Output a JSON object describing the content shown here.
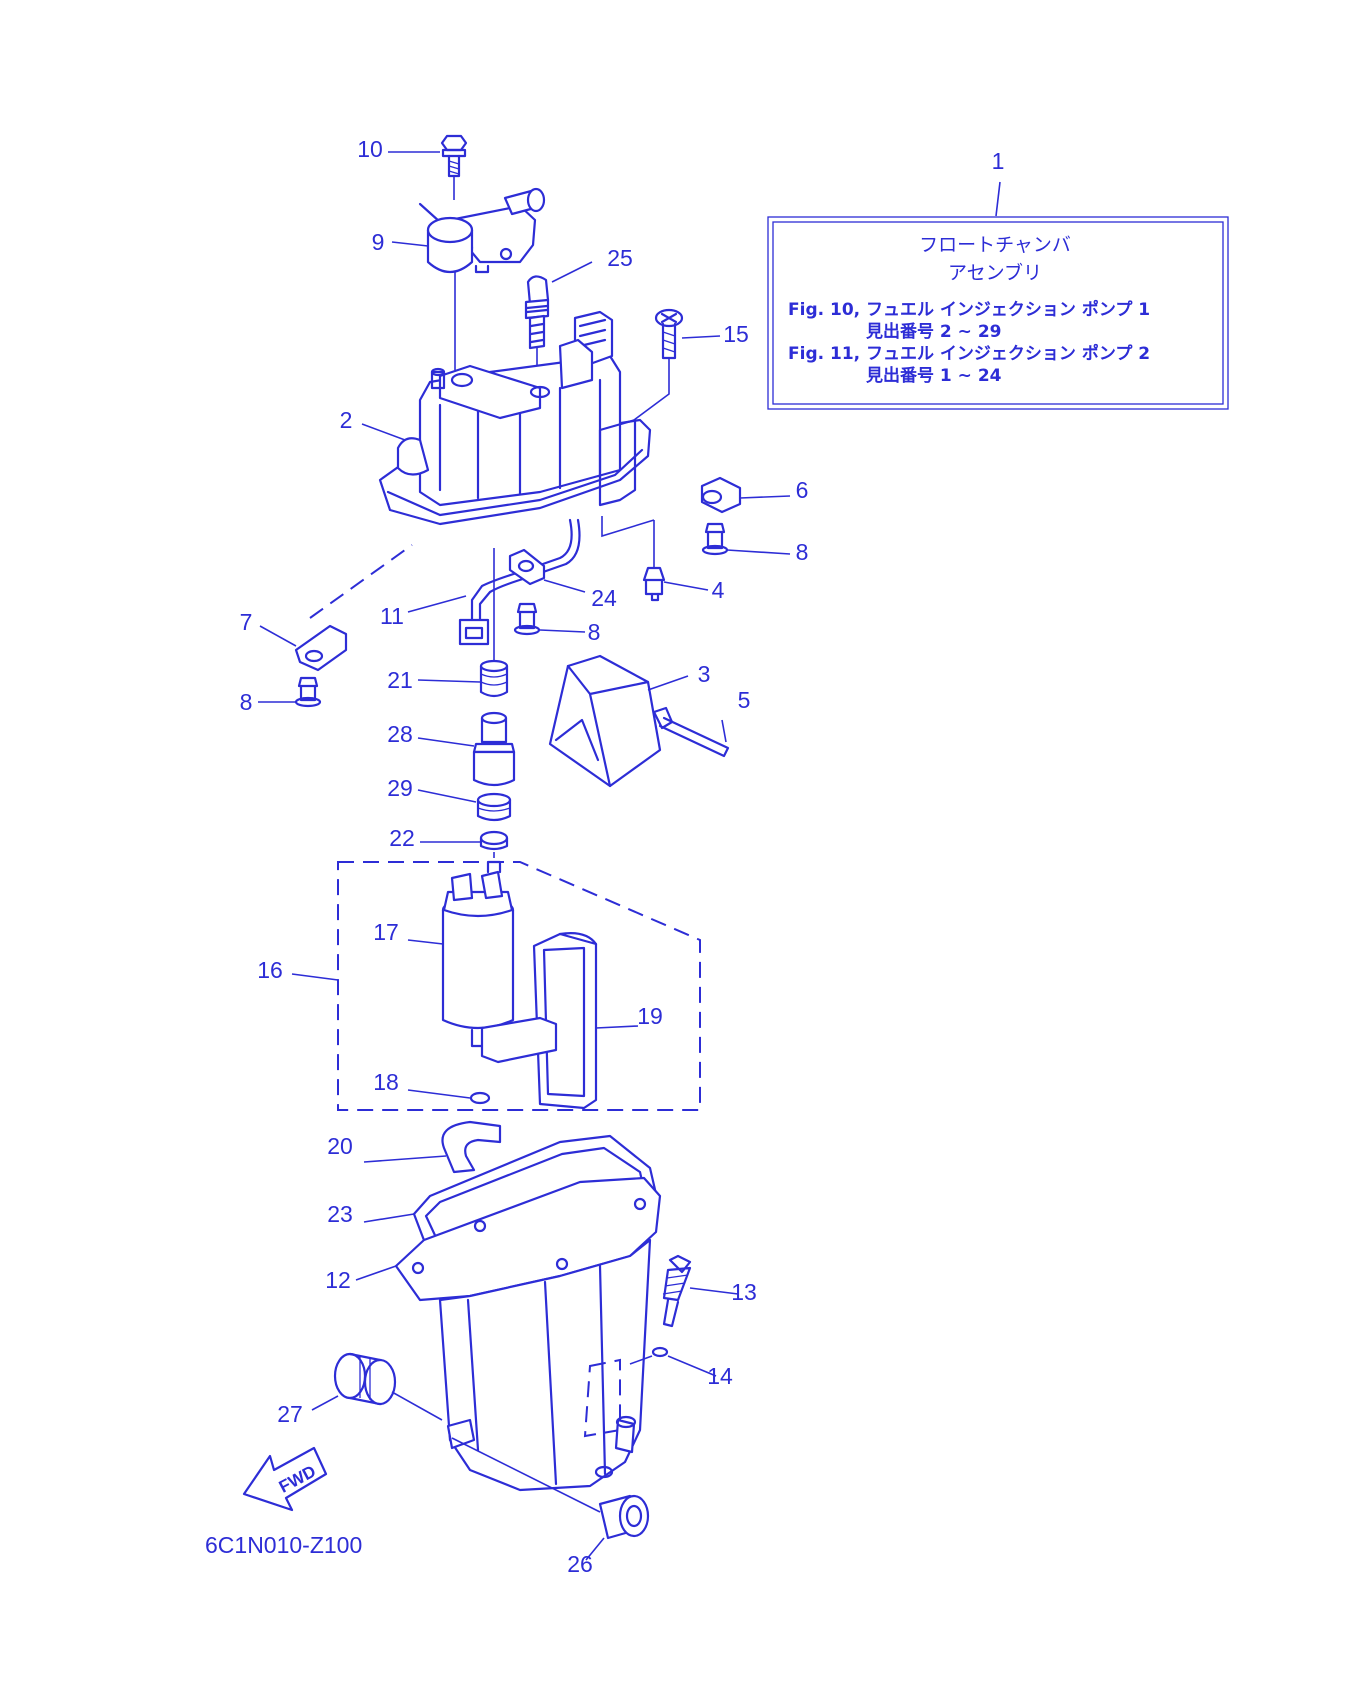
{
  "callouts": [
    {
      "n": "1"
    },
    {
      "n": "2"
    },
    {
      "n": "3"
    },
    {
      "n": "4"
    },
    {
      "n": "5"
    },
    {
      "n": "6"
    },
    {
      "n": "7"
    },
    {
      "n": "8"
    },
    {
      "n": "8"
    },
    {
      "n": "8"
    },
    {
      "n": "9"
    },
    {
      "n": "10"
    },
    {
      "n": "11"
    },
    {
      "n": "12"
    },
    {
      "n": "13"
    },
    {
      "n": "14"
    },
    {
      "n": "15"
    },
    {
      "n": "16"
    },
    {
      "n": "17"
    },
    {
      "n": "18"
    },
    {
      "n": "19"
    },
    {
      "n": "20"
    },
    {
      "n": "21"
    },
    {
      "n": "22"
    },
    {
      "n": "23"
    },
    {
      "n": "24"
    },
    {
      "n": "25"
    },
    {
      "n": "26"
    },
    {
      "n": "27"
    },
    {
      "n": "28"
    },
    {
      "n": "29"
    }
  ],
  "assembly_box": {
    "title_line1": "フロートチャンバ",
    "title_line2": "アセンブリ",
    "ref1": "Fig. 10, フュエル インジェクション ポンプ 1",
    "ref1_sub": "見出番号 2 ~ 29",
    "ref2": "Fig. 11, フュエル インジェクション ポンプ 2",
    "ref2_sub": "見出番号 1 ~ 24"
  },
  "fwd_label": "FWD",
  "diagram_code": "6C1N010-Z100",
  "colors": {
    "line": "#2d2dd6",
    "background": "#ffffff"
  }
}
